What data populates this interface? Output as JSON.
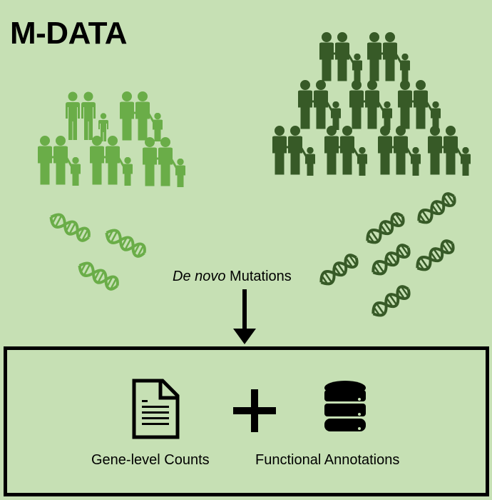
{
  "title": "M-DATA",
  "mutations_label": {
    "italic": "De novo",
    "rest": " Mutations"
  },
  "outputs": {
    "counts_label": "Gene-level Counts",
    "annotations_label": "Functional Annotations"
  },
  "colors": {
    "background": "#c6e0b4",
    "small_cohort": "#6aad48",
    "large_cohort": "#375a27"
  }
}
